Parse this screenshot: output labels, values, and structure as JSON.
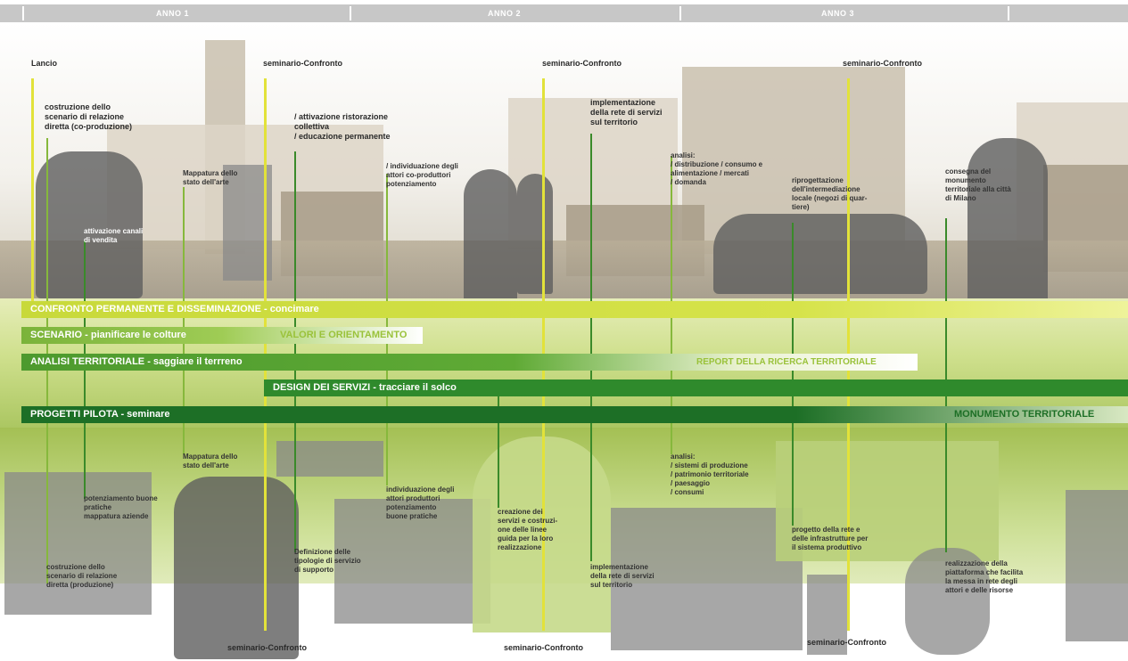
{
  "header": {
    "years": [
      "ANNO 1",
      "ANNO 2",
      "ANNO 3"
    ]
  },
  "milestones": {
    "lancio": "Lancio",
    "seminario1": "seminario-Confronto",
    "seminario2": "seminario-Confronto",
    "seminario3": "seminario-Confronto",
    "seminario_bottom1": "seminario-Confronto",
    "seminario_bottom2": "seminario-Confronto",
    "seminario_bottom3": "seminario-Confronto"
  },
  "top_notes": {
    "costruzione": "costruzione dello\nscenario di relazione\ndiretta (co-produzione)",
    "mappatura_top": "Mappatura dello\nstato dell'arte",
    "attivazione": "/ attivazione ristorazione\ncollettiva\n/ educazione permanente",
    "individuazione_top": "/ individuazione degli\nattori co-produttori\npotenziamento",
    "implementazione": "implementazione\ndella rete di servizi\nsul territorio",
    "analisi_top": "analisi:\n/ distribuzione / consumo e\nalimentazione / mercati\n/ domanda",
    "riprogettazione": "riprogettazione\ndell'intermediazione\nlocale (negozi di quar-\ntiere)",
    "consegna": "consegna del\nmonumento\nterritoriale alla città\ndi Milano",
    "attivazione_canali": "attivazione canali\ndi vendita"
  },
  "bands": {
    "confronto": "CONFRONTO PERMANENTE E DISSEMINAZIONE",
    "confronto_sub": "concimare",
    "scenario": "SCENARIO",
    "scenario_sub": "pianificare le colture",
    "valori": "VALORI E ORIENTAMENTO",
    "analisi": "ANALISI TERRITORIALE",
    "analisi_sub": "saggiare il terrreno",
    "report": "REPORT DELLA RICERCA TERRITORIALE",
    "design": "DESIGN DEI SERVIZI",
    "design_sub": "tracciare il solco",
    "progetti": "PROGETTI PILOTA",
    "progetti_sub": "seminare",
    "monumento": "MONUMENTO TERRITORIALE",
    "separator": " - "
  },
  "bottom_notes": {
    "mappatura_bottom": "Mappatura dello\nstato dell'arte",
    "potenziamento": "potenziamento buone\npratiche\nmappatura aziende",
    "costruzione_bottom": "costruzione dello\nscenario di relazione\ndiretta (produzione)",
    "definizione": "Definizione delle\ntipologie di servizio\ndi supporto",
    "individuazione_bottom": "individuazione degli\nattori produttori\npotenziamento\nbuone pratiche",
    "creazione": "creazione dei\nservizi e costruzi-\none delle linee\nguida per la loro\nrealizzazione",
    "implementazione_bottom": "implementazione\ndella rete di servizi\nsul territorio",
    "analisi_bottom": "analisi:\n/ sistemi di produzione\n/ patrimonio territoriale\n/ paesaggio\n/ consumi",
    "progetto_rete": "progetto della rete e\ndelle infrastrutture per\nil sistema produttivo",
    "realizzazione": "realizzazione della\npiattaforma che facilita\nla messa in rete degli\nattori e delle risorse"
  },
  "colors": {
    "yellow_line": "#e2e23a",
    "band_confronto": "#c8d93a",
    "band_scenario": "#8fc23f",
    "band_analisi": "#5aa232",
    "band_design": "#2f8a2c",
    "band_progetti": "#1d6f26"
  }
}
